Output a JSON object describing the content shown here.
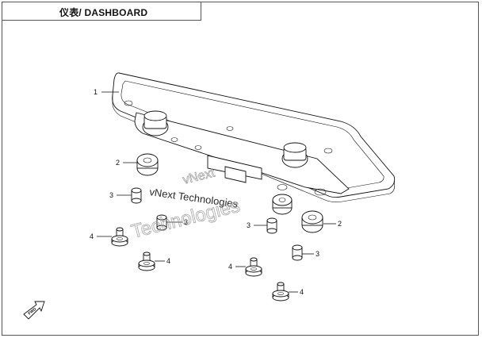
{
  "header": {
    "title": "仪表/ DASHBOARD"
  },
  "watermark": {
    "line1": "vNext Technologies",
    "line2": "Technologies",
    "line3": "vNext"
  },
  "fwd_label": "FWD",
  "callouts": [
    {
      "id": "c1",
      "label": "1"
    },
    {
      "id": "c2a",
      "label": "2"
    },
    {
      "id": "c2b",
      "label": "2"
    },
    {
      "id": "c3a",
      "label": "3"
    },
    {
      "id": "c3b",
      "label": "3"
    },
    {
      "id": "c3c",
      "label": "3"
    },
    {
      "id": "c3d",
      "label": "3"
    },
    {
      "id": "c4a",
      "label": "4"
    },
    {
      "id": "c4b",
      "label": "4"
    },
    {
      "id": "c4c",
      "label": "4"
    },
    {
      "id": "c4d",
      "label": "4"
    }
  ]
}
